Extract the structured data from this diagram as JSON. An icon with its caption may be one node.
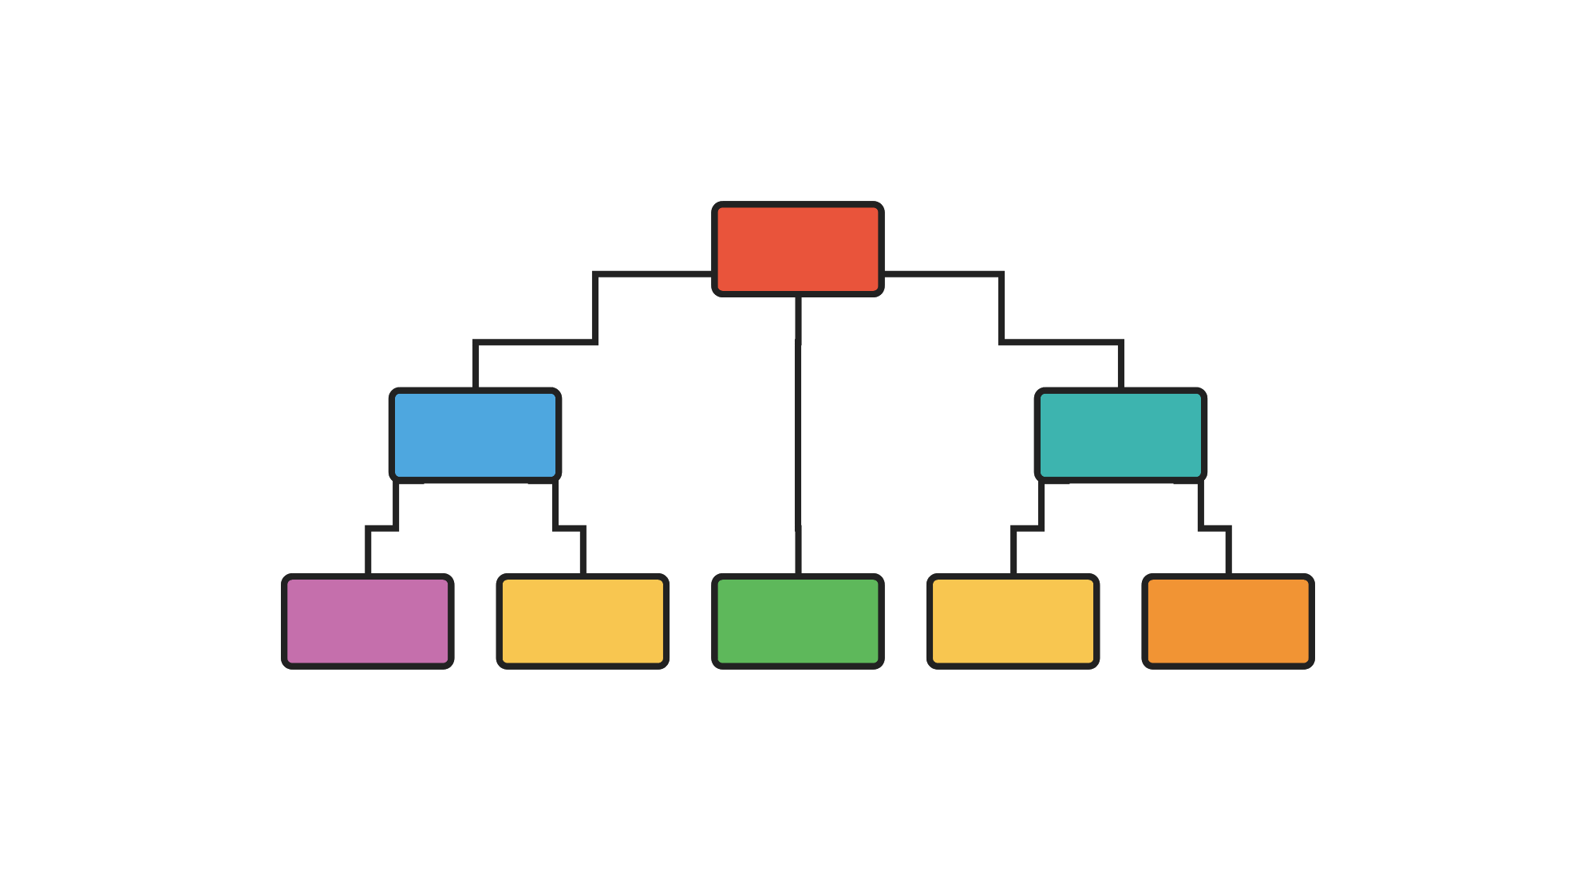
{
  "diagram": {
    "nodes": [
      {
        "text": [],
        "shape": "box"
      },
      {
        "text": [],
        "shape": "box"
      },
      {
        "text": [],
        "shape": "box"
      },
      {
        "text": [],
        "shape": "box"
      },
      {
        "text": [],
        "shape": "box"
      },
      {
        "text": [],
        "shape": "box"
      },
      {
        "text": [],
        "shape": "box"
      },
      {
        "text": [],
        "shape": "box"
      }
    ],
    "edges": [
      {
        "from": 0,
        "to": 1,
        "arrow": "none"
      },
      {
        "from": 0,
        "to": 5,
        "arrow": "none"
      },
      {
        "from": 0,
        "to": 2,
        "arrow": "none"
      },
      {
        "from": 1,
        "to": 3,
        "arrow": "none"
      },
      {
        "from": 1,
        "to": 4,
        "arrow": "none"
      },
      {
        "from": 2,
        "to": 6,
        "arrow": "none"
      },
      {
        "from": 2,
        "to": 7,
        "arrow": "none"
      }
    ]
  }
}
